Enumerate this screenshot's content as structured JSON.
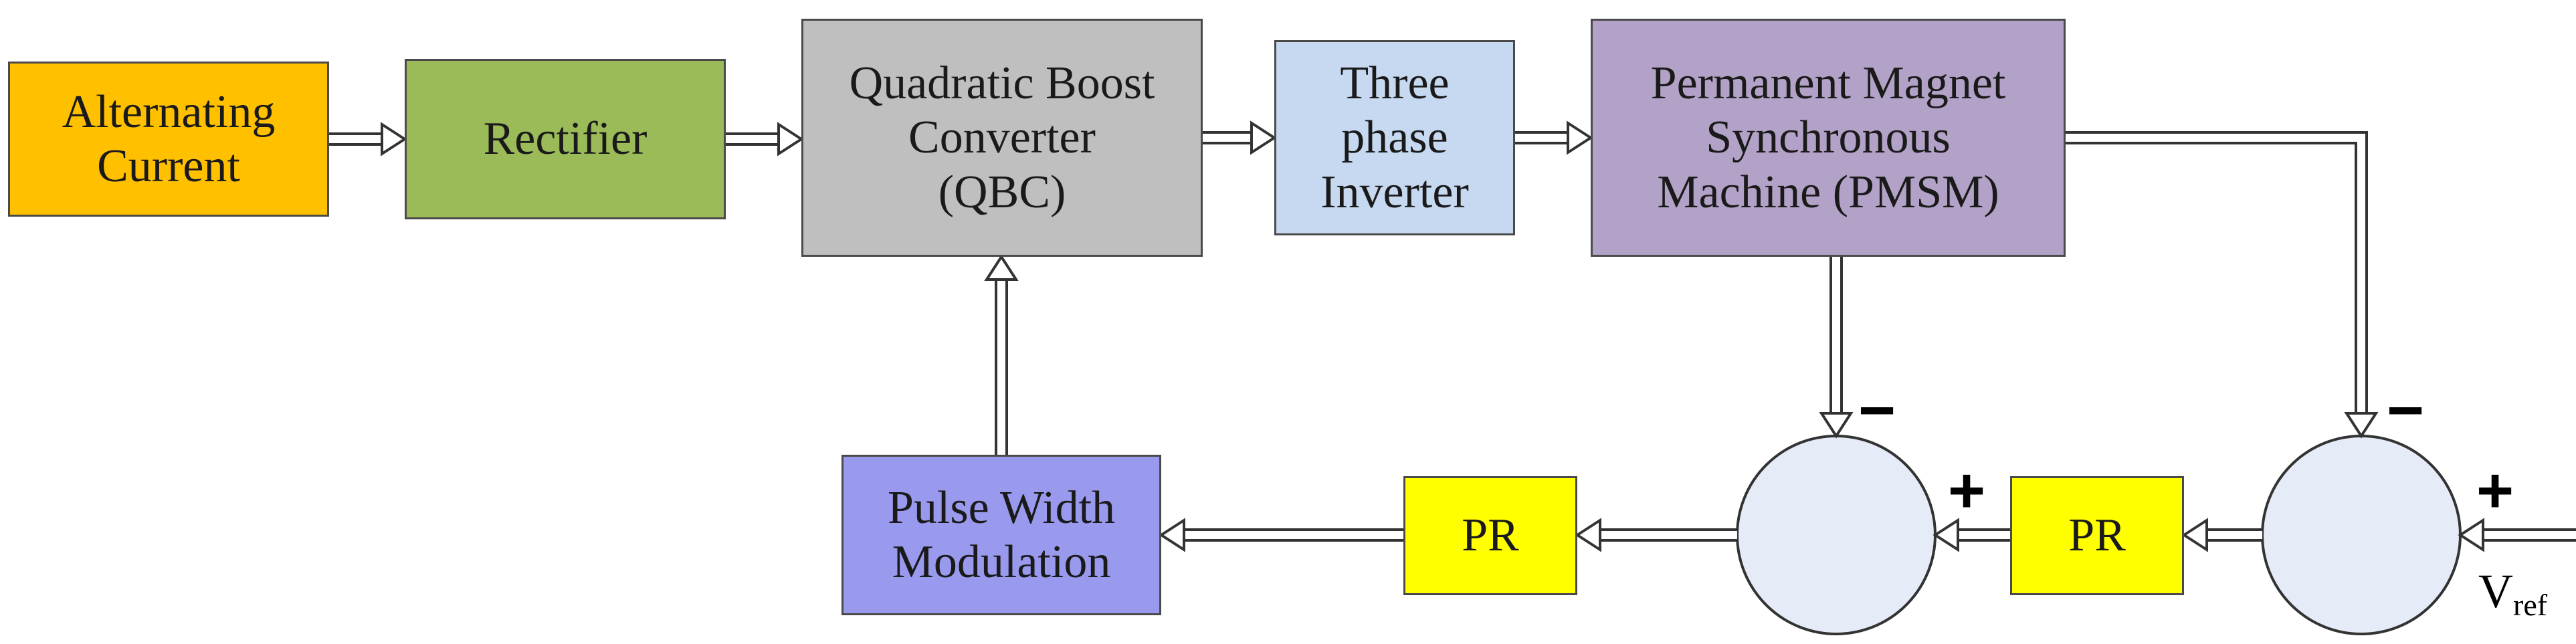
{
  "colors": {
    "ac": "#FFC000",
    "rectifier": "#9BBB59",
    "qbc": "#BFBFBF",
    "inverter": "#C6D9F1",
    "pmsm": "#B3A2C7",
    "pwm": "#9999EE",
    "pr": "#FFFF00",
    "summer": "#E6ECF7",
    "border": "#4A4A4A"
  },
  "blocks": {
    "ac": "Alternating\nCurrent",
    "rectifier": "Rectifier",
    "qbc": "Quadratic Boost\nConverter\n(QBC)",
    "inverter": "Three\nphase\nInverter",
    "pmsm": "Permanent Magnet\nSynchronous\nMachine (PMSM)",
    "pwm": "Pulse Width\nModulation",
    "pr_inner": "PR",
    "pr_outer": "PR"
  },
  "signs": {
    "summer1_minus": "−",
    "summer1_plus": "+",
    "summer2_minus": "−",
    "summer2_plus": "+"
  },
  "vref": {
    "base": "V",
    "sub": "ref"
  }
}
